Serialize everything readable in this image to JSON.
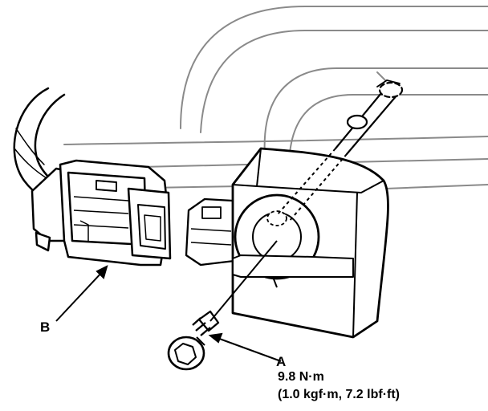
{
  "callouts": {
    "a": "A",
    "b": "B"
  },
  "torque": {
    "metric": "9.8 N·m",
    "alternate": "(1.0 kgf·m, 7.2 lbf·ft)"
  },
  "colors": {
    "ink": "#000000",
    "paper": "#ffffff",
    "ghost": "#8a8a8a"
  }
}
